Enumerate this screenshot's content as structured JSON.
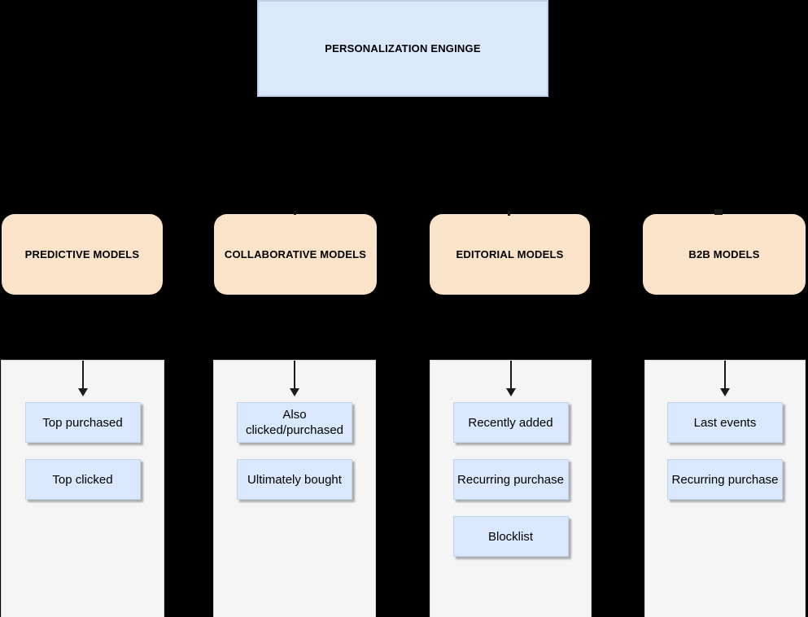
{
  "title_box": {
    "label": "PERSONALIZATION ENGINGE"
  },
  "groups": [
    {
      "title": "PREDICTIVE MODELS",
      "items": [
        "Top purchased",
        "Top clicked"
      ]
    },
    {
      "title": "COLLABORATIVE MODELS",
      "items": [
        "Also clicked/purchased",
        "Ultimately bought"
      ]
    },
    {
      "title": "EDITORIAL MODELS",
      "items": [
        "Recently added",
        "Recurring purchase",
        "Blocklist"
      ]
    },
    {
      "title": "B2B MODELS",
      "items": [
        "Last events",
        "Recurring purchase"
      ]
    }
  ],
  "colors": {
    "background": "#000000",
    "title_box_fill": "#dae8fc",
    "title_box_border": "#bdd0e8",
    "group_box_fill": "#fbe3c9",
    "item_box_fill": "#d9e8fc",
    "item_box_border": "#c2d4ea",
    "panel_fill": "#f5f5f5",
    "panel_border": "#d8d8d8",
    "arrow": "#1a1a1a",
    "text": "#000000"
  }
}
